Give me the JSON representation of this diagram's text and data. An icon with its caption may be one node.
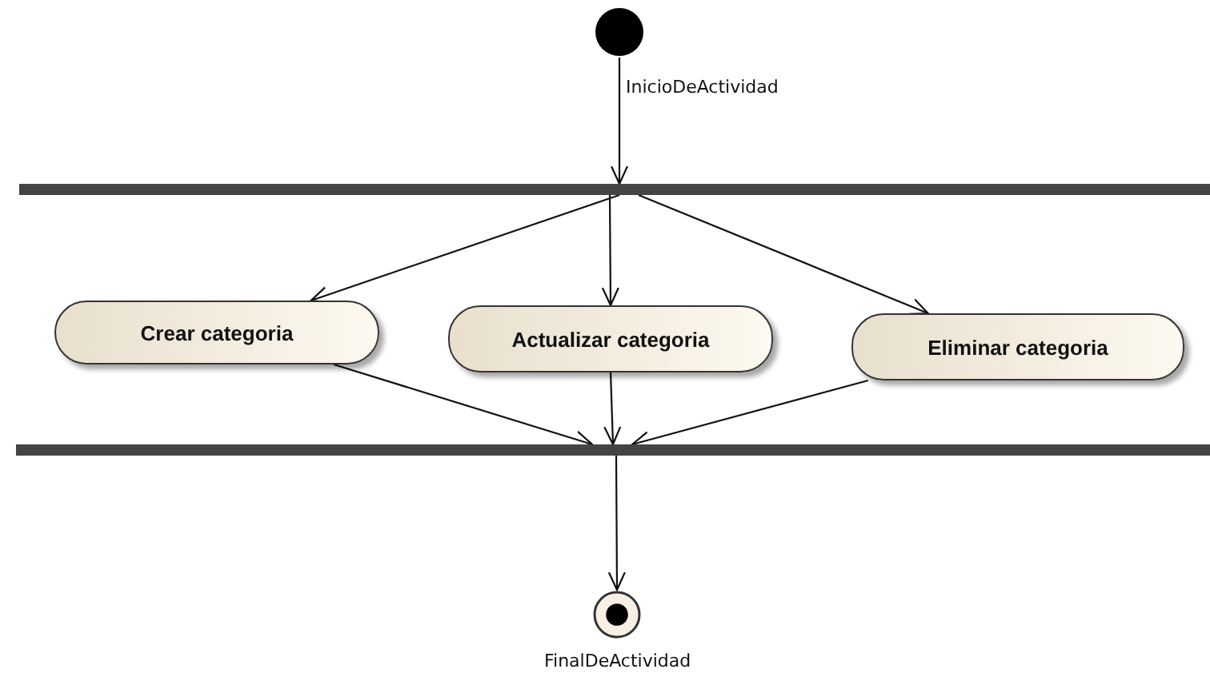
{
  "diagram": {
    "nodes": [
      {
        "text": [],
        "shape": "circle",
        "beside": [
          "InicioDeActividad"
        ]
      },
      {
        "text": [],
        "shape": "bar"
      },
      {
        "text": [
          "Crear categoria"
        ]
      },
      {
        "text": [
          "Actualizar categoria"
        ]
      },
      {
        "text": [
          "Eliminar categoria"
        ]
      },
      {
        "text": [],
        "shape": "bar"
      },
      {
        "text": [],
        "shape": "bullseye",
        "beside": [
          "FinalDeActividad"
        ]
      }
    ],
    "edges": [
      {
        "from": 0,
        "to": 1,
        "arrow": "to"
      },
      {
        "from": 1,
        "to": 2,
        "arrow": "to"
      },
      {
        "from": 1,
        "to": 3,
        "arrow": "to"
      },
      {
        "from": 1,
        "to": 4,
        "arrow": "to"
      },
      {
        "from": 2,
        "to": 5,
        "arrow": "to"
      },
      {
        "from": 3,
        "to": 5,
        "arrow": "to"
      },
      {
        "from": 4,
        "to": 5,
        "arrow": "to"
      },
      {
        "from": 5,
        "to": 6,
        "arrow": "to"
      }
    ]
  }
}
